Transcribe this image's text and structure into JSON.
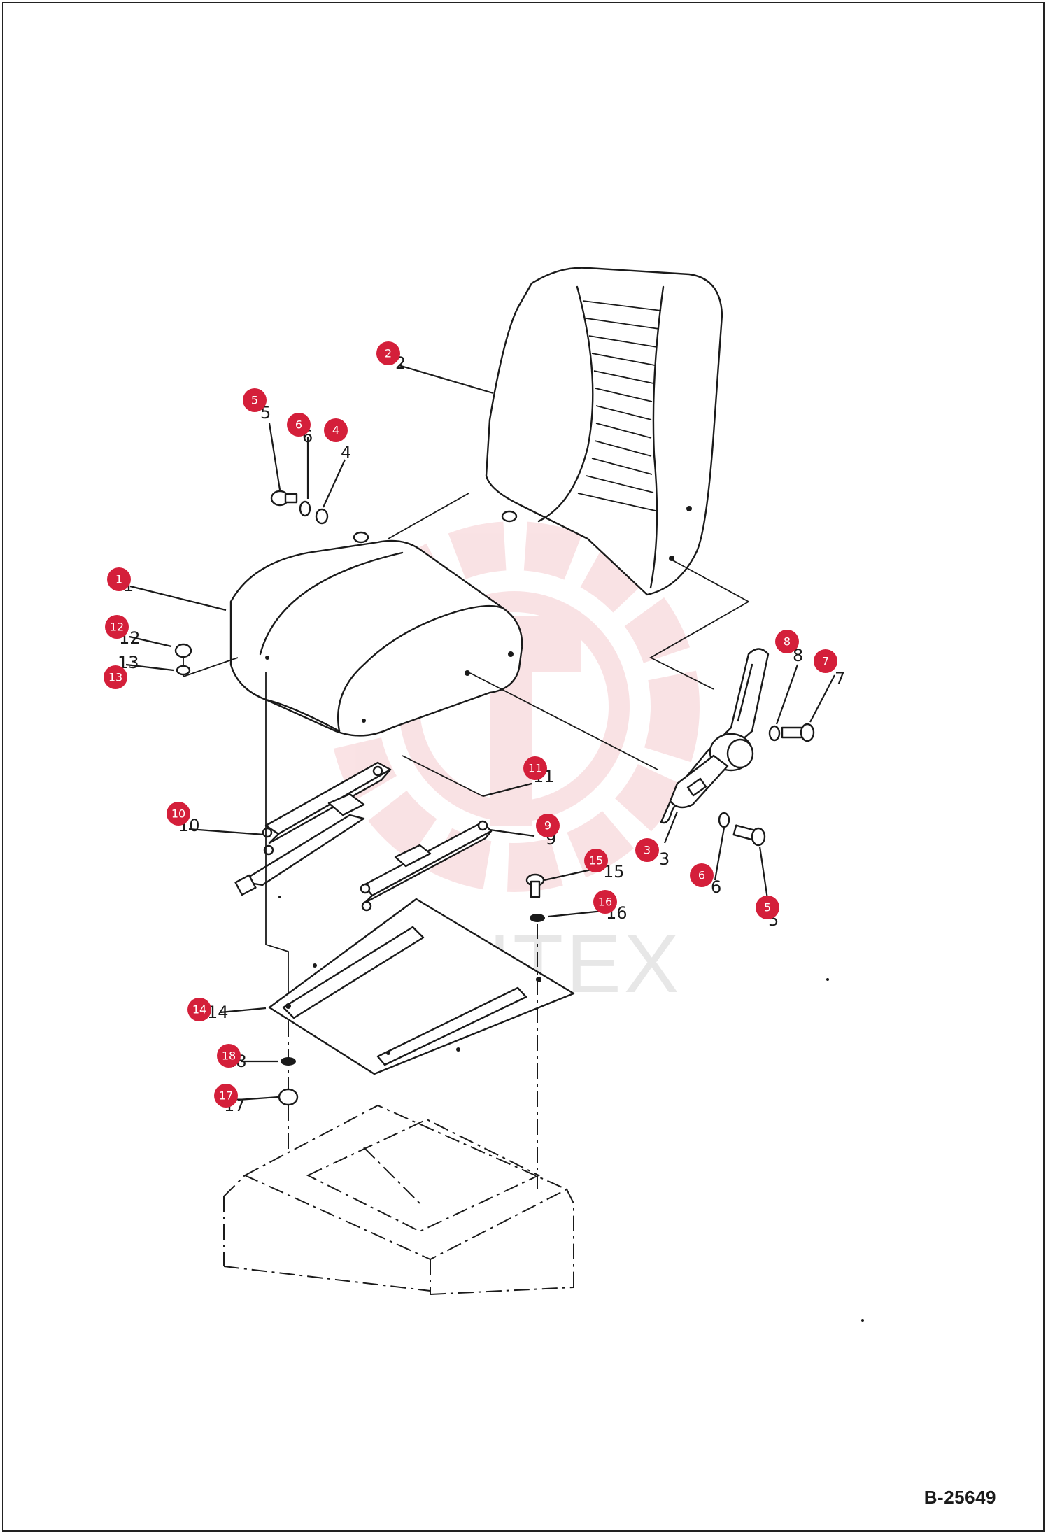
{
  "document_code": "B-25649",
  "watermark": "ИНТЕХ",
  "colors": {
    "badge": "#d41f3a",
    "line": "#1a1a1a",
    "watermark": "#e8808a"
  },
  "callouts": [
    {
      "id": "badge-1",
      "label": "1"
    },
    {
      "id": "badge-2",
      "label": "2"
    },
    {
      "id": "badge-3",
      "label": "3"
    },
    {
      "id": "badge-4",
      "label": "4"
    },
    {
      "id": "badge-5a",
      "label": "5"
    },
    {
      "id": "badge-5b",
      "label": "5"
    },
    {
      "id": "badge-6a",
      "label": "6"
    },
    {
      "id": "badge-6b",
      "label": "6"
    },
    {
      "id": "badge-7",
      "label": "7"
    },
    {
      "id": "badge-8",
      "label": "8"
    },
    {
      "id": "badge-9",
      "label": "9"
    },
    {
      "id": "badge-10",
      "label": "10"
    },
    {
      "id": "badge-11",
      "label": "11"
    },
    {
      "id": "badge-12",
      "label": "12"
    },
    {
      "id": "badge-13",
      "label": "13"
    },
    {
      "id": "badge-14",
      "label": "14"
    },
    {
      "id": "badge-15",
      "label": "15"
    },
    {
      "id": "badge-16",
      "label": "16"
    },
    {
      "id": "badge-17",
      "label": "17"
    },
    {
      "id": "badge-18",
      "label": "18"
    }
  ]
}
